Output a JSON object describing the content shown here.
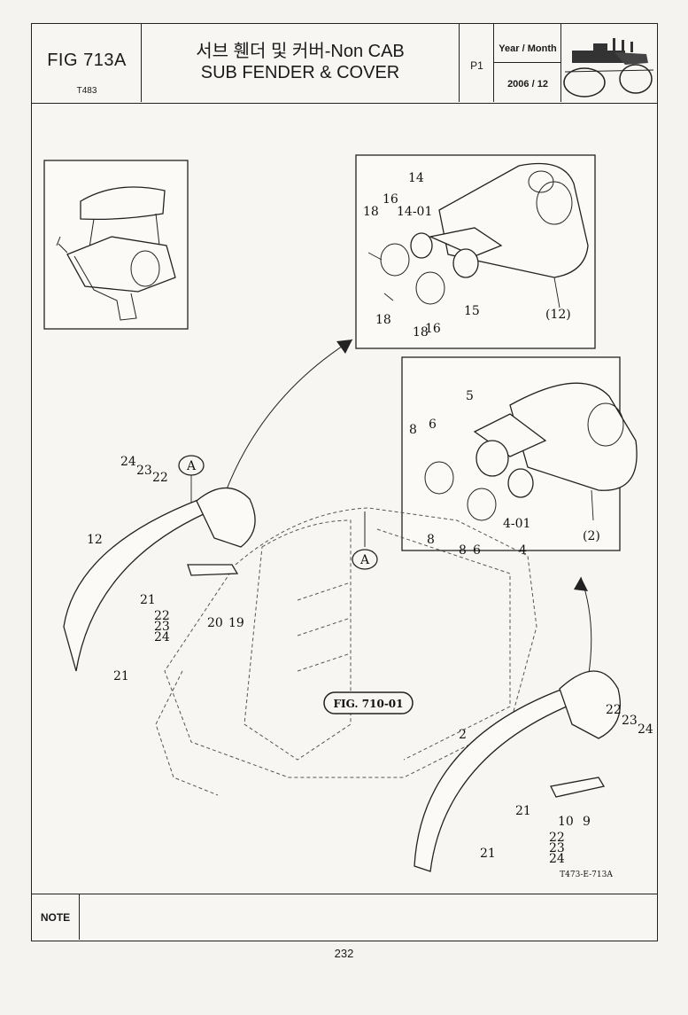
{
  "header": {
    "fig_no": "FIG 713A",
    "model": "T483",
    "title_kr": "서브 휀더 및 커버-Non CAB",
    "title_en": "SUB FENDER & COVER",
    "page_code": "P1",
    "date_label": "Year / Month",
    "date_value": "2006 / 12"
  },
  "callouts": {
    "ref_a": "A",
    "ref_fig": "FIG. 710-01",
    "drawing_code": "T473-E-713A"
  },
  "labels": {
    "p1": {
      "l14": "14",
      "l16a": "16",
      "l18a": "18",
      "l14_01": "14-01",
      "l18b": "18",
      "l18c": "18",
      "l16b": "16",
      "l15": "15",
      "l12p": "(12)"
    },
    "p2": {
      "l5": "5",
      "l8a": "8",
      "l6a": "6",
      "l8b": "8",
      "l8c": "8",
      "l6b": "6",
      "l4_01": "4-01",
      "l4": "4",
      "l2p": "(2)"
    },
    "left": {
      "l24": "24",
      "l23": "23",
      "l22": "22",
      "l12": "12",
      "l21a": "21",
      "l22b": "22",
      "l23b": "23",
      "l24b": "24",
      "l20": "20",
      "l19": "19",
      "l21b": "21"
    },
    "right": {
      "l22": "22",
      "l23": "23",
      "l24": "24",
      "l2": "2",
      "l21a": "21",
      "l10": "10",
      "l9": "9",
      "l22b": "22",
      "l23b": "23",
      "l24b": "24",
      "l21b": "21"
    }
  },
  "note_label": "NOTE",
  "page_number": "232"
}
